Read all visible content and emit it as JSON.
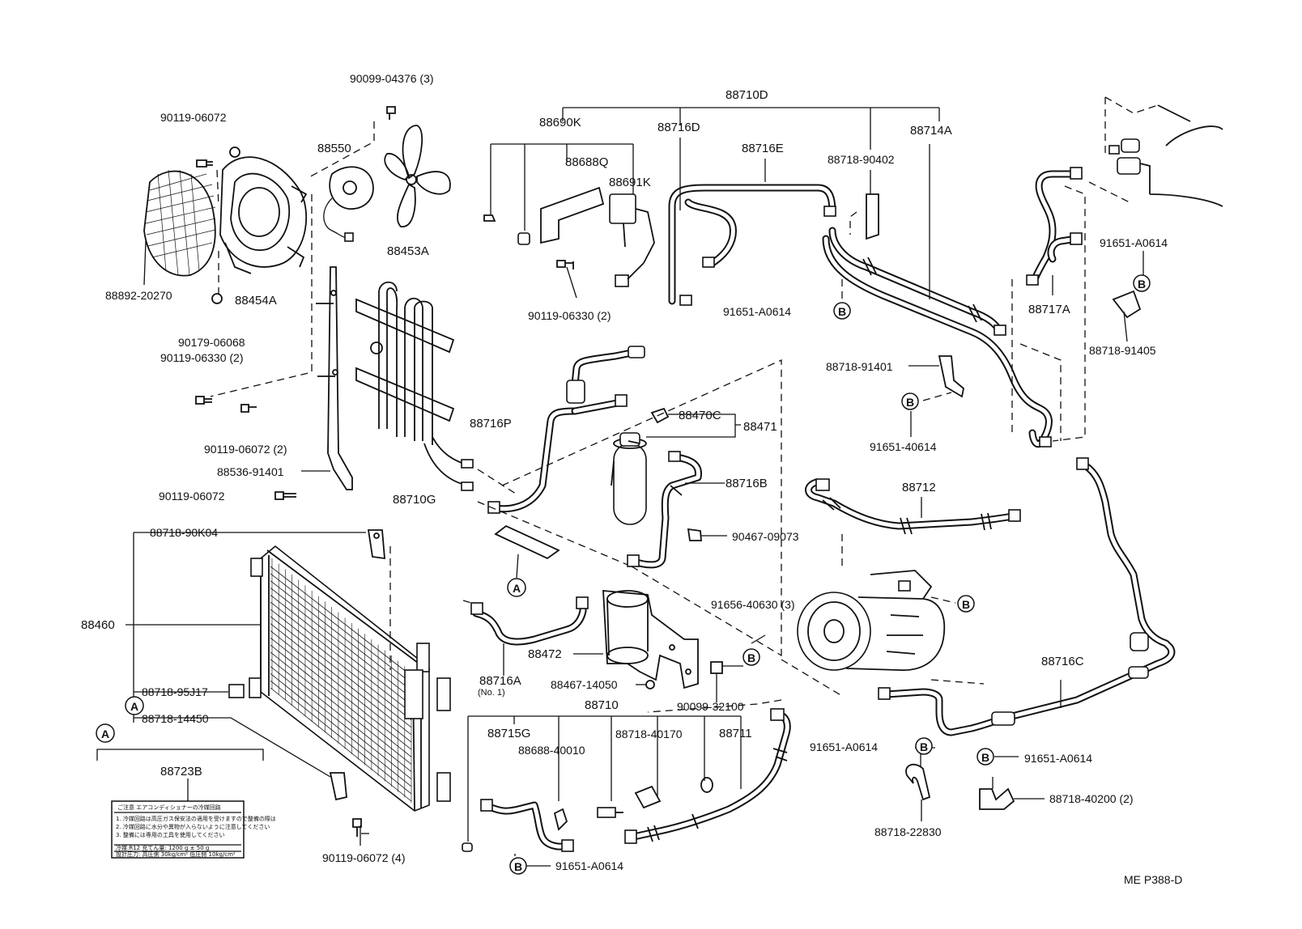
{
  "diagram_code": "ME P388-D",
  "ref_markers": {
    "A": "A",
    "B": "B"
  },
  "labels": {
    "p90099_04376": "90099-04376 (3)",
    "p90119_06072_top": "90119-06072",
    "p88550": "88550",
    "p88453A": "88453A",
    "p88892_20270": "88892-20270",
    "p88454A": "88454A",
    "p90179_06068": "90179-06068",
    "p90119_06330_left": "90119-06330 (2)",
    "p90119_06072_2": "90119-06072 (2)",
    "p88536_91401": "88536-91401",
    "p90119_06072_mid": "90119-06072",
    "p88710G": "88710G",
    "p88710D": "88710D",
    "p88690K": "88690K",
    "p88688Q": "88688Q",
    "p88691K": "88691K",
    "p90119_06330_2": "90119-06330 (2)",
    "p88716D": "88716D",
    "p88716E": "88716E",
    "p88718_90402": "88718-90402",
    "p88714A": "88714A",
    "p91651_A0614_a": "91651-A0614",
    "p88717A": "88717A",
    "p91651_A0614_r": "91651-A0614",
    "p88718_91405": "88718-91405",
    "p88718_91401": "88718-91401",
    "p91651_40614": "91651-40614",
    "p88716P": "88716P",
    "p88470C": "88470C",
    "p88471": "88471",
    "p88716B": "88716B",
    "p90467_09073": "90467-09073",
    "p88712": "88712",
    "p88718_90K04": "88718-90K04",
    "p88460": "88460",
    "p88718_95J17": "88718-95J17",
    "p88718_14450": "88718-14450",
    "p88723B": "88723B",
    "p90119_06072_4": "90119-06072 (4)",
    "p88716A": "88716A",
    "p88716A_no": "(No. 1)",
    "p88472": "88472",
    "p88467_14050": "88467-14050",
    "p91656_40630": "91656-40630 (3)",
    "p90099_32100": "90099-32100",
    "p88710": "88710",
    "p88715G": "88715G",
    "p88688_40010": "88688-40010",
    "p88718_40170": "88718-40170",
    "p88711": "88711",
    "p91651_A0614_b": "91651-A0614",
    "p88716C": "88716C",
    "p91651_A0614_c": "91651-A0614",
    "p91651_A0614_d": "91651-A0614",
    "p88718_40200": "88718-40200 (2)",
    "p88718_22830": "88718-22830"
  },
  "warning_label": {
    "title": "ご注意 エアコンディショナーの冷媒回路",
    "line1": "1. 冷媒回路は高圧ガス保安法の適用を受けますので整備の際は",
    "line2": "2. 冷媒回路に水分や異物が入らないように注意してください",
    "line3": "3. 整備には専用の工具を使用してください",
    "line4": "冷媒:R12  充てん量: 1200 g ± 50 g",
    "line5": "設計圧力: 高圧側 30kg/cm²  低圧側 10kg/cm²"
  }
}
